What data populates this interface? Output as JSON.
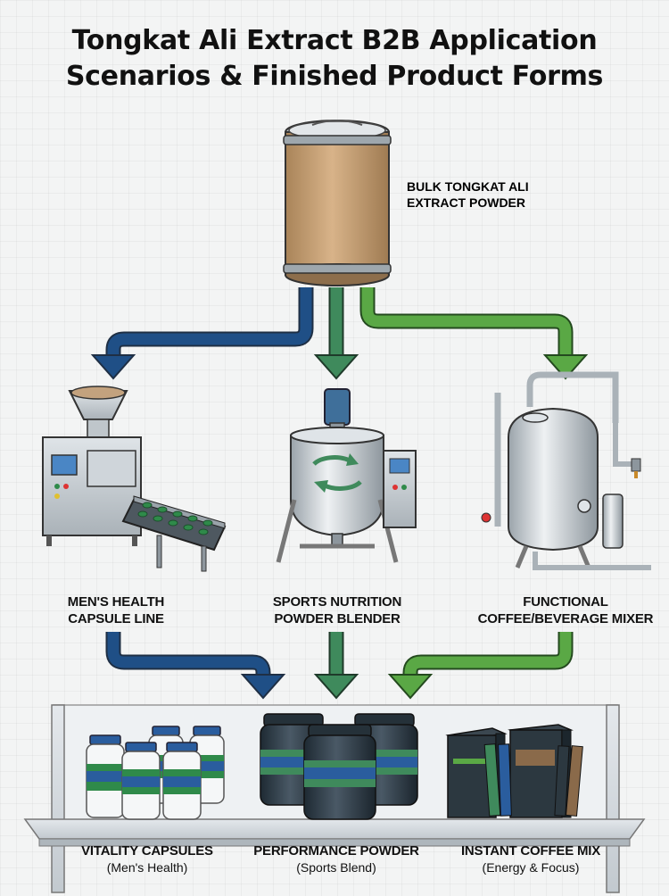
{
  "title": {
    "line1": "Tongkat Ali Extract B2B Application",
    "line2": "Scenarios & Finished Product Forms"
  },
  "source": {
    "line1": "BULK TONGKAT ALI",
    "line2": "EXTRACT POWDER"
  },
  "machines": [
    {
      "line1": "MEN'S HEALTH",
      "line2": "CAPSULE LINE"
    },
    {
      "line1": "SPORTS NUTRITION",
      "line2": "POWDER BLENDER"
    },
    {
      "line1": "FUNCTIONAL",
      "line2": "COFFEE/BEVERAGE MIXER"
    }
  ],
  "products": [
    {
      "name": "VITALITY CAPSULES",
      "sub": "(Men's Health)"
    },
    {
      "name": "PERFORMANCE POWDER",
      "sub": "(Sports Blend)"
    },
    {
      "name": "INSTANT COFFEE MIX",
      "sub": "(Energy & Focus)"
    }
  ],
  "colors": {
    "arrow_left": "#1f4f86",
    "arrow_mid": "#3f8a5c",
    "arrow_right": "#5aa845",
    "drum": "#c9a275",
    "accent_green": "#2f8a4a",
    "accent_blue": "#2a5d9e"
  }
}
